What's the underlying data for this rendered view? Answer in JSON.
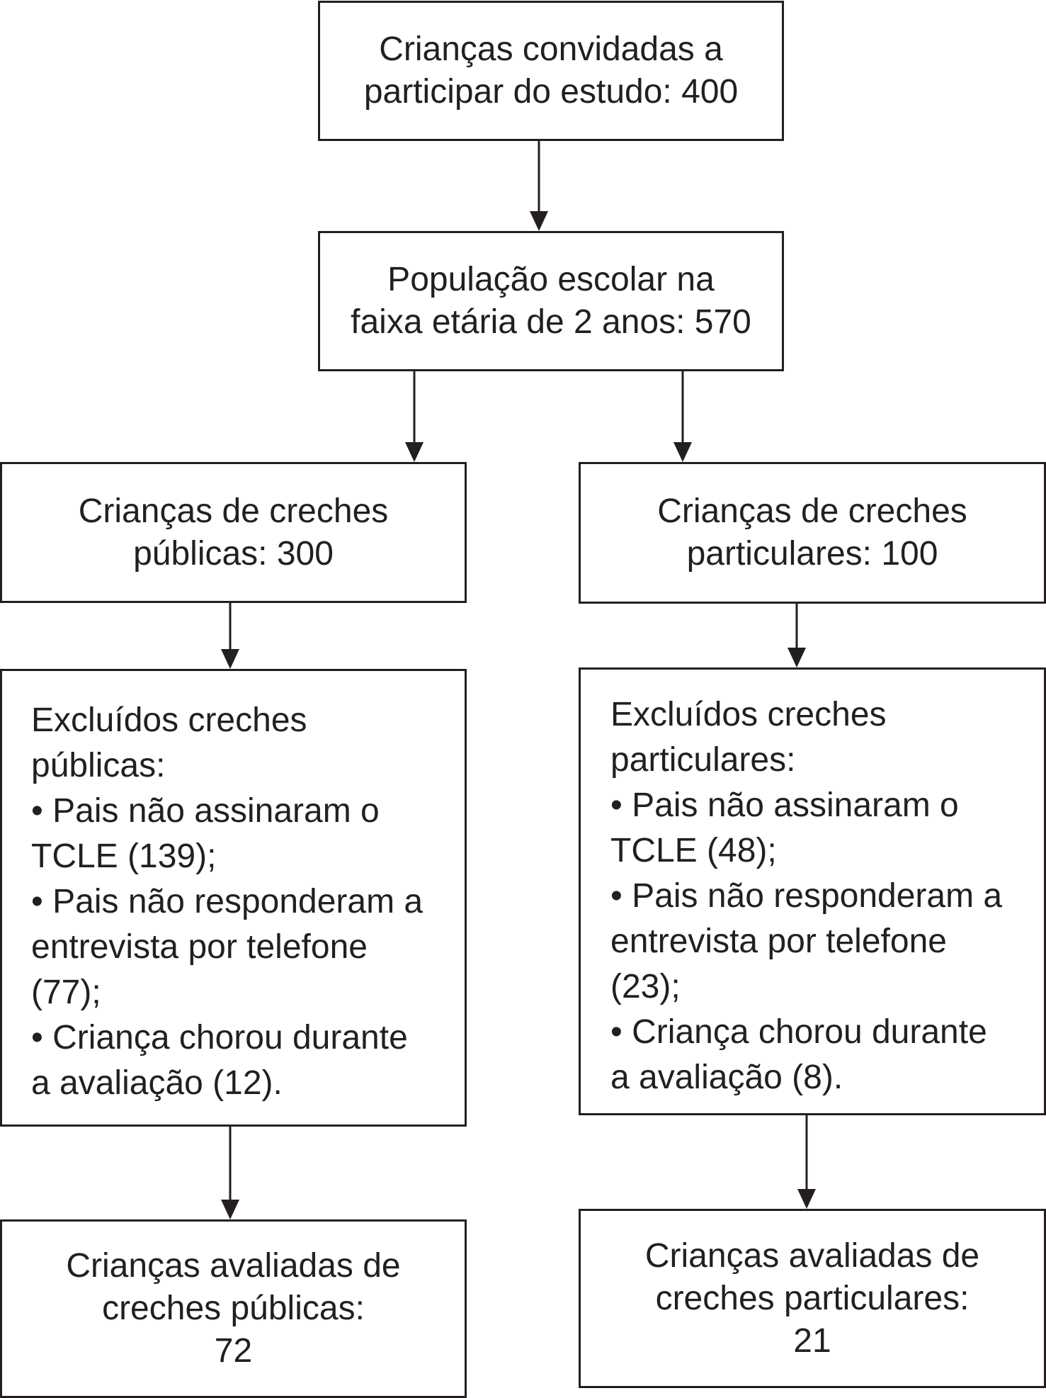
{
  "nodes": {
    "invited": {
      "lines": [
        "Crianças convidadas a",
        "participar do estudo: 400"
      ]
    },
    "population": {
      "lines": [
        "População escolar na",
        "faixa etária de 2 anos: 570"
      ]
    },
    "public": {
      "lines": [
        "Crianças de creches",
        "públicas: 300"
      ]
    },
    "private": {
      "lines": [
        "Crianças de creches",
        "particulares: 100"
      ]
    },
    "excluded_public": {
      "lines": [
        "Excluídos creches",
        "públicas:",
        "• Pais não assinaram o",
        "TCLE (139);",
        "• Pais não responderam a",
        "entrevista por telefone",
        "(77);",
        "• Criança chorou durante",
        "a avaliação (12)."
      ]
    },
    "excluded_private": {
      "lines": [
        "Excluídos creches",
        "particulares:",
        "• Pais não assinaram o",
        "TCLE (48);",
        "• Pais não responderam a",
        "entrevista por telefone",
        "(23);",
        "• Criança chorou durante",
        "a avaliação (8)."
      ]
    },
    "evaluated_public": {
      "lines": [
        "Crianças avaliadas de",
        "creches públicas:",
        "72"
      ]
    },
    "evaluated_private": {
      "lines": [
        "Crianças avaliadas de",
        "creches particulares:",
        "21"
      ]
    }
  },
  "edges": [
    {
      "from": "invited",
      "to": "population"
    },
    {
      "from": "population",
      "to": "public"
    },
    {
      "from": "population",
      "to": "private"
    },
    {
      "from": "public",
      "to": "excluded_public"
    },
    {
      "from": "private",
      "to": "excluded_private"
    },
    {
      "from": "excluded_public",
      "to": "evaluated_public"
    },
    {
      "from": "excluded_private",
      "to": "evaluated_private"
    }
  ]
}
